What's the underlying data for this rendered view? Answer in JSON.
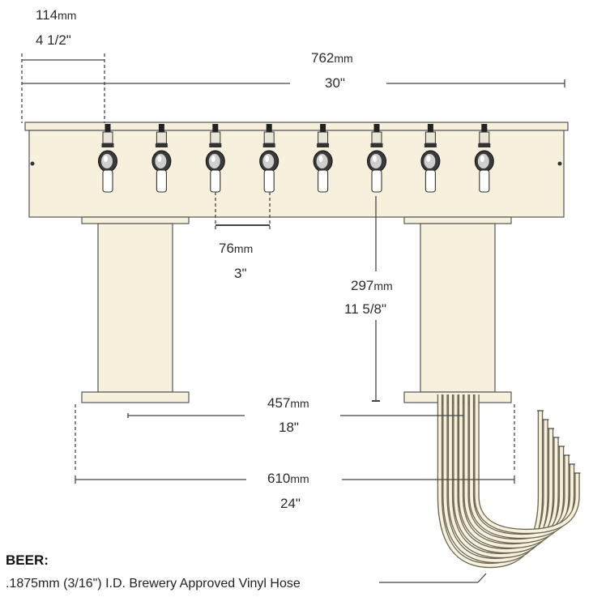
{
  "colors": {
    "cream": "#f6f0dc",
    "outline": "#555555",
    "dim_line": "#444444",
    "text": "#2b2b2b"
  },
  "dimensions": {
    "tap_offset": {
      "metric": "114",
      "metric_unit": "mm",
      "imperial": "4 1/2\""
    },
    "overall_width": {
      "metric": "762",
      "metric_unit": "mm",
      "imperial": "30\""
    },
    "tap_spacing": {
      "metric": "76",
      "metric_unit": "mm",
      "imperial": "3\""
    },
    "height": {
      "metric": "297",
      "metric_unit": "mm",
      "imperial": "11 5/8\""
    },
    "column_spacing": {
      "metric": "457",
      "metric_unit": "mm",
      "imperial": "18\""
    },
    "base_width": {
      "metric": "610",
      "metric_unit": "mm",
      "imperial": "24\""
    }
  },
  "legend": {
    "title": "BEER:",
    "text": ".1875mm (3/16\") I.D. Brewery Approved Vinyl Hose"
  },
  "faucet_count": 8
}
